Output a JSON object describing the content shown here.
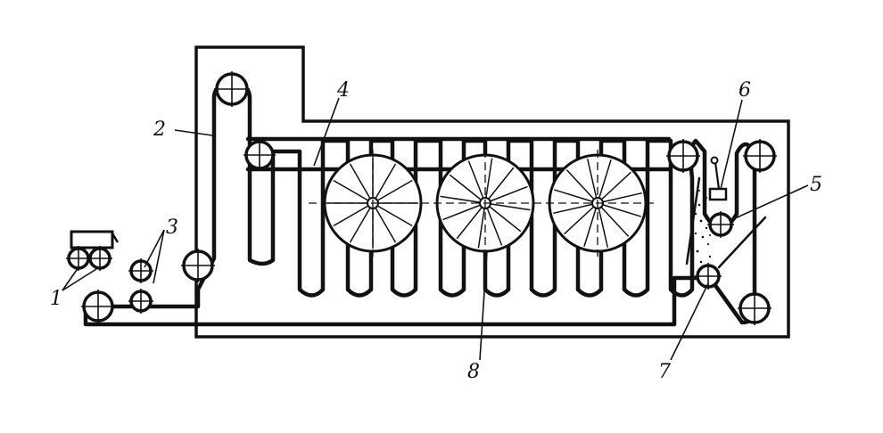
{
  "labels": {
    "l1": "1",
    "l2": "2",
    "l3": "3",
    "l4": "4",
    "l5": "5",
    "l6": "6",
    "l7": "7",
    "l8": "8"
  },
  "colors": {
    "ink": "#111111",
    "background": "#ffffff"
  }
}
